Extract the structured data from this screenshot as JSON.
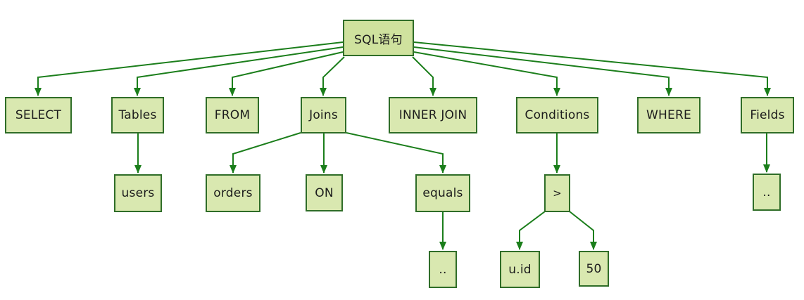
{
  "diagram": {
    "type": "tree",
    "description": "Parse tree of an SQL statement",
    "colors": {
      "background": "#ffffff",
      "node_fill": "#d9e8b0",
      "root_fill": "#cfe29e",
      "node_border": "#2f6d28",
      "edge": "#1b7e1b",
      "text": "#1c1c1c"
    },
    "nodes": {
      "root": {
        "label": "SQL语句"
      },
      "select": {
        "label": "SELECT"
      },
      "tables": {
        "label": "Tables"
      },
      "from": {
        "label": "FROM"
      },
      "joins": {
        "label": "Joins"
      },
      "innerjoin": {
        "label": "INNER JOIN"
      },
      "conditions": {
        "label": "Conditions"
      },
      "where": {
        "label": "WHERE"
      },
      "fields": {
        "label": "Fields"
      },
      "users": {
        "label": "users"
      },
      "orders": {
        "label": "orders"
      },
      "on": {
        "label": "ON"
      },
      "equals": {
        "label": "equals"
      },
      "gt": {
        "label": ">"
      },
      "dots_fields": {
        "label": ".."
      },
      "dots_equals": {
        "label": ".."
      },
      "uid": {
        "label": "u.id"
      },
      "fifty": {
        "label": "50"
      }
    },
    "edges": [
      {
        "from": "root",
        "to": "select"
      },
      {
        "from": "root",
        "to": "tables"
      },
      {
        "from": "root",
        "to": "from"
      },
      {
        "from": "root",
        "to": "joins"
      },
      {
        "from": "root",
        "to": "innerjoin"
      },
      {
        "from": "root",
        "to": "conditions"
      },
      {
        "from": "root",
        "to": "where"
      },
      {
        "from": "root",
        "to": "fields"
      },
      {
        "from": "tables",
        "to": "users"
      },
      {
        "from": "joins",
        "to": "orders"
      },
      {
        "from": "joins",
        "to": "on"
      },
      {
        "from": "joins",
        "to": "equals"
      },
      {
        "from": "equals",
        "to": "dots_equals"
      },
      {
        "from": "conditions",
        "to": "gt"
      },
      {
        "from": "gt",
        "to": "uid"
      },
      {
        "from": "gt",
        "to": "fifty"
      },
      {
        "from": "fields",
        "to": "dots_fields"
      }
    ]
  }
}
